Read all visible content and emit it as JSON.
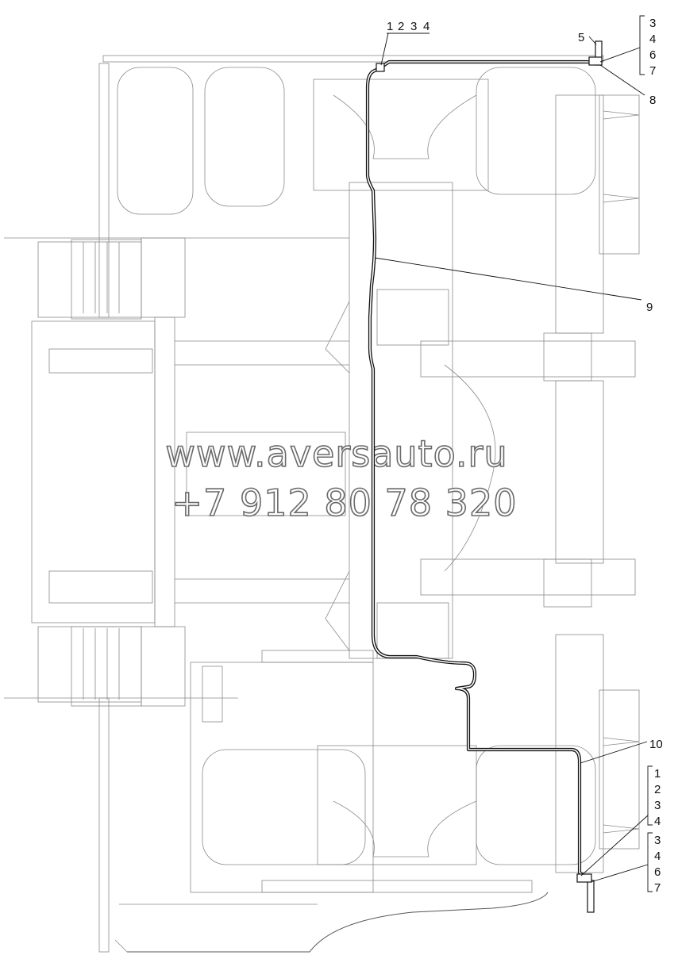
{
  "watermark": {
    "site": "www.aversauto.ru",
    "phone": "+7 912 80 78 320"
  },
  "callouts": {
    "top_group": [
      "1",
      "2",
      "3",
      "4"
    ],
    "top_right_single": "5",
    "top_right_bracket": [
      "3",
      "4",
      "6",
      "7"
    ],
    "top_right_leader": "8",
    "middle_leader": "9",
    "lower_leader": "10",
    "bottom_right_bracket_upper": [
      "1",
      "2",
      "3",
      "4"
    ],
    "bottom_right_bracket_lower": [
      "3",
      "4",
      "6",
      "7"
    ]
  }
}
